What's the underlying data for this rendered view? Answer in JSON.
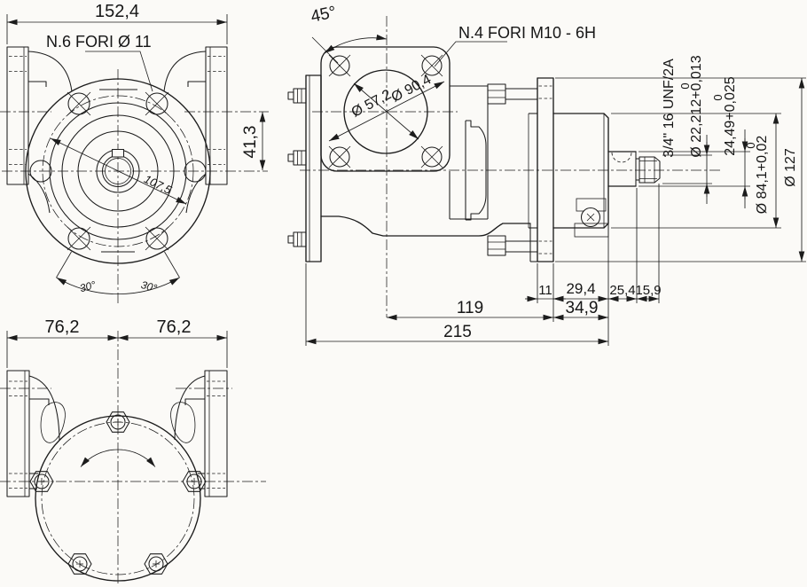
{
  "drawing": {
    "front_view": {
      "width_dim": "152,4",
      "holes_note": "N.6 FORI Ø 11",
      "offset_dim": "41,3",
      "bolt_circle_dim": "107,5",
      "angle_left": "30°",
      "angle_right": "30°"
    },
    "side_view": {
      "flange_angle": "45°",
      "holes_note": "N.4 FORI M10 - 6H",
      "port_inner_dia": "Ø 57,2",
      "port_bolt_dia": "Ø 90,4",
      "flange_thickness": "11",
      "hub_length": "29,4",
      "shaft_section": "25,4",
      "thread_length": "15,9",
      "body_length": "119",
      "flange_to_bearing": "34,9",
      "overall_length": "215",
      "thread_spec": "3/4\" 16 UNF/2A",
      "shaft_dia": "Ø 22,212+0,013",
      "shaft_dia_upper": "0",
      "shaft_height": "24,49+0,025",
      "shaft_height_upper": "0",
      "spigot_dia": "Ø 84,1+0,02",
      "spigot_dia_upper": "0",
      "flange_dia": "Ø 127"
    },
    "bottom_view": {
      "half_width_left": "76,2",
      "half_width_right": "76,2"
    }
  }
}
